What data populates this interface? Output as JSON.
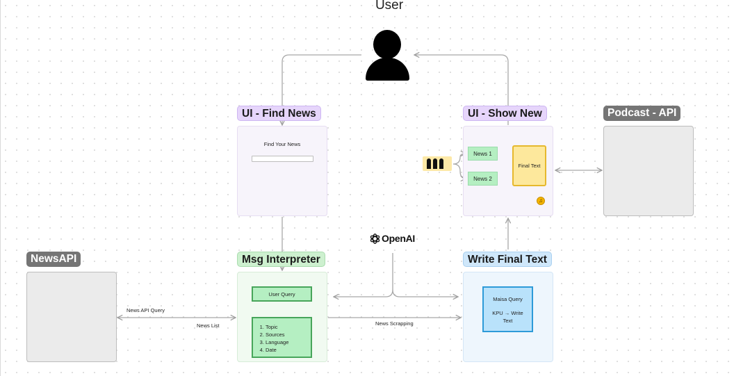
{
  "user_label": "User",
  "nodes": {
    "find_news": {
      "label": "UI - Find News",
      "frame_title": "Find Your News"
    },
    "show_new": {
      "label": "UI - Show New",
      "chip_1": "News 1",
      "chip_2": "News 2",
      "final_text": "Final Text"
    },
    "podcast": {
      "label": "Podcast - API"
    },
    "newsapi": {
      "label": "NewsAPI"
    },
    "interpreter": {
      "label": "Msg Interpreter",
      "query_box": "User Query",
      "list_items": [
        "Topic",
        "Sources",
        "Language",
        "Date"
      ]
    },
    "final": {
      "label": "Write Final Text",
      "line_1": "Maisa Query",
      "line_2": "KPU → Write Text"
    }
  },
  "openai_label": "OpenAI",
  "connections": {
    "news_api_query": "News API Query",
    "news_list": "News List",
    "news_scrapping": "News Scrapping"
  },
  "colors": {
    "purple_label": "#e6d5fb",
    "green_label": "#cdf0cf",
    "blue_label": "#cfe7fa",
    "grey_label": "#757575",
    "wire": "#9e9e9e"
  }
}
